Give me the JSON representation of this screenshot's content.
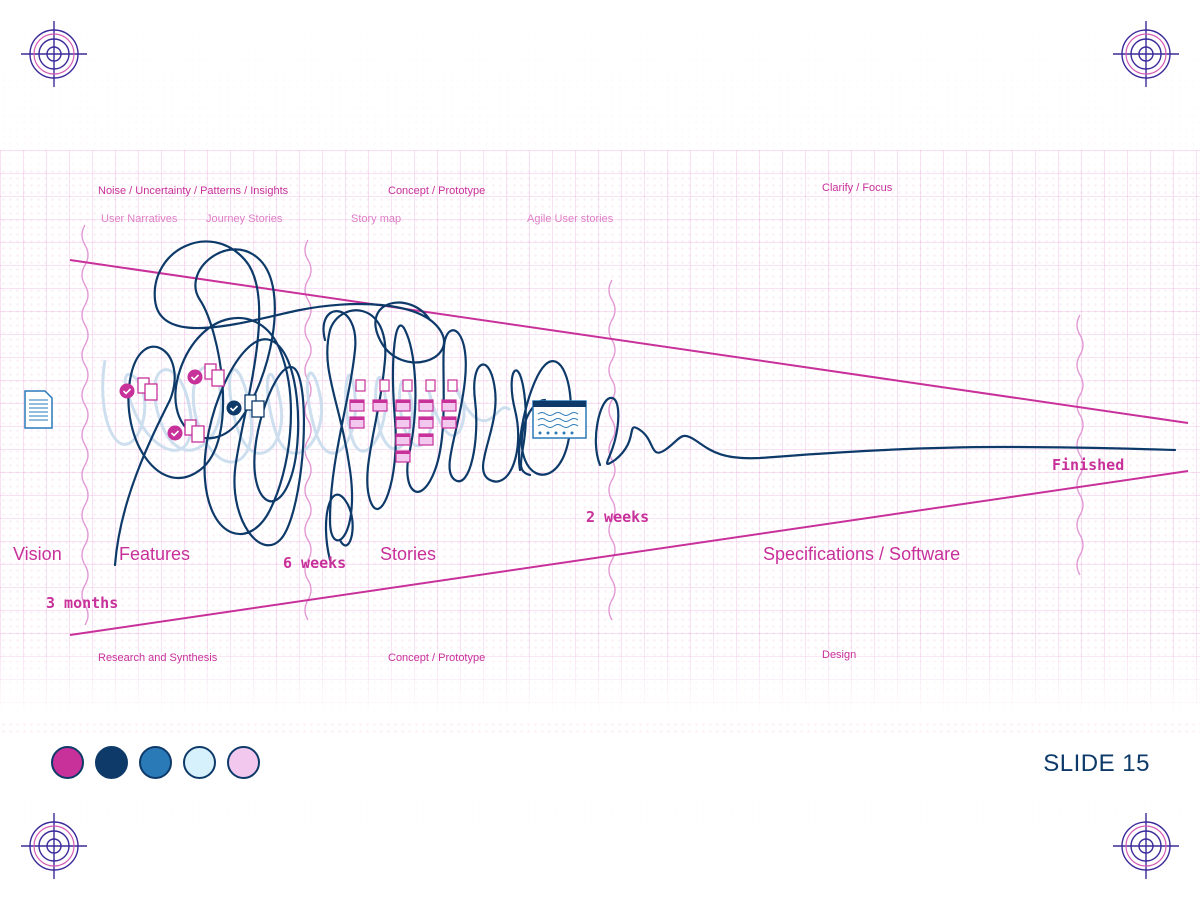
{
  "top_labels": {
    "noise": "Noise / Uncertainty / Patterns / Insights",
    "concept_top": "Concept / Prototype",
    "clarify": "Clarify  /  Focus"
  },
  "sub_labels": {
    "user_narratives": "User Narratives",
    "journey_stories": "Journey Stories",
    "story_map": "Story map",
    "agile_user_stories": "Agile User stories"
  },
  "phases": {
    "vision": "Vision",
    "features": "Features",
    "stories": "Stories",
    "specifications": "Specifications / Software"
  },
  "durations": {
    "three_months": "3 months",
    "six_weeks": "6 weeks",
    "two_weeks": "2 weeks",
    "finished": "Finished"
  },
  "bottom_labels": {
    "research": "Research and Synthesis",
    "concept_bottom": "Concept / Prototype",
    "design": "Design"
  },
  "palette": {
    "magenta": "#c8309a",
    "navy": "#0e3a6a",
    "blue": "#2a7ab8",
    "light_cyan": "#d6f1fb",
    "light_pink": "#f3c8ef"
  },
  "slide": {
    "label": "SLIDE 15"
  }
}
